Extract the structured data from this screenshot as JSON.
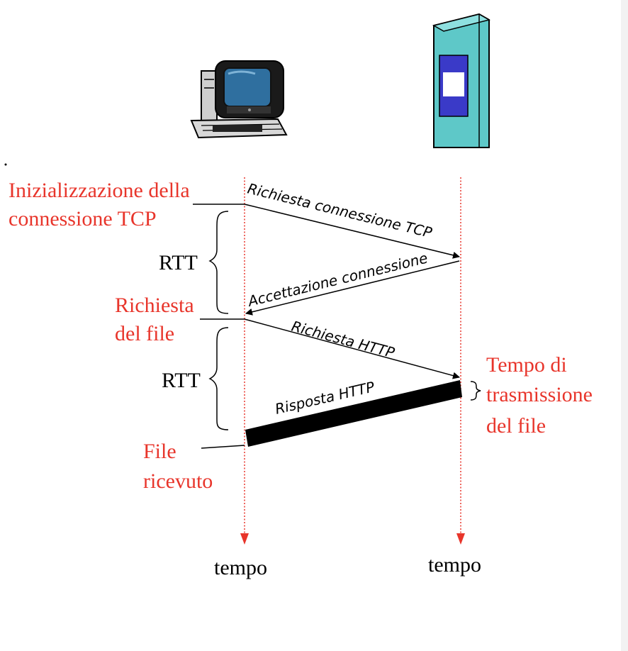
{
  "colors": {
    "accent_red": "#e8352b",
    "timeline_red": "#e8352b",
    "server_body": "#5ec8c8",
    "server_screen": "#3a3ac8",
    "client_screen": "#2f6f9f",
    "ink": "#000000"
  },
  "icons": {
    "client": "desktop-computer-icon",
    "server": "server-tower-icon"
  },
  "labels": {
    "init_line1": "Inizializzazione della",
    "init_line2": "connessione TCP",
    "request_line1": "Richiesta",
    "request_line2": "del file",
    "received_line1": "File",
    "received_line2": "ricevuto",
    "rtt_1": "RTT",
    "rtt_2": "RTT",
    "transmit_line1": "Tempo di",
    "transmit_line2": "trasmissione",
    "transmit_line3": "del file",
    "time_client": "tempo",
    "time_server": "tempo"
  },
  "messages": {
    "tcp_request": "Richiesta connessione TCP",
    "tcp_accept": "Accettazione connessione",
    "http_request": "Richiesta HTTP",
    "http_response": "Risposta HTTP"
  }
}
